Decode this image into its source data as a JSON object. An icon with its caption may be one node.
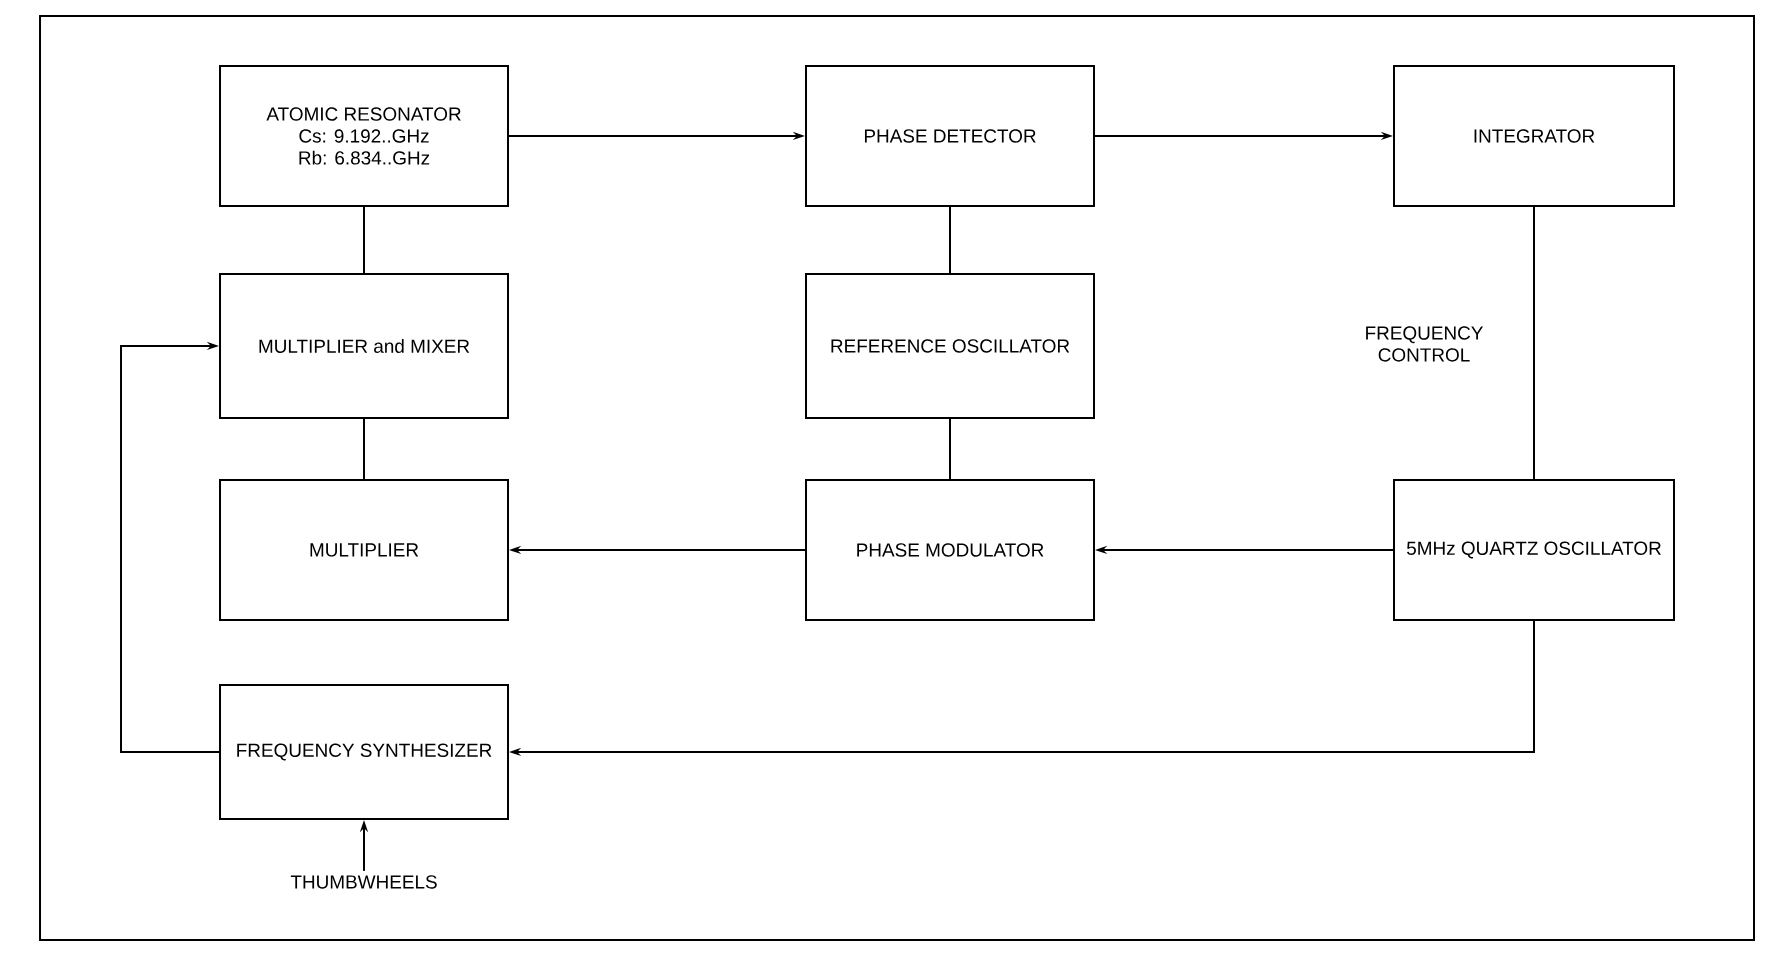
{
  "diagram": {
    "nodes": [
      {
        "text": [
          "ATOMIC RESONATOR",
          "Cs: 9.192..GHz",
          "Rb: 6.834..GHz"
        ]
      },
      {
        "text": [
          "PHASE DETECTOR"
        ]
      },
      {
        "text": [
          "INTEGRATOR"
        ]
      },
      {
        "text": [
          "MULTIPLIER and MIXER"
        ]
      },
      {
        "text": [
          "REFERENCE OSCILLATOR"
        ]
      },
      {
        "text": [
          "MULTIPLIER"
        ]
      },
      {
        "text": [
          "PHASE MODULATOR"
        ]
      },
      {
        "text": [
          "5MHz QUARTZ OSCILLATOR"
        ]
      },
      {
        "text": [
          "FREQUENCY SYNTHESIZER"
        ]
      },
      {
        "text": [
          "THUMBWHEELS"
        ]
      }
    ],
    "edges": [
      {
        "from": 0,
        "to": 1,
        "arrow": "to"
      },
      {
        "from": 1,
        "to": 2,
        "arrow": "to"
      },
      {
        "from": 2,
        "to": 7,
        "arrow": "none",
        "label": "FREQUENCY CONTROL"
      },
      {
        "from": 0,
        "to": 3,
        "arrow": "none"
      },
      {
        "from": 4,
        "to": 1,
        "arrow": "none"
      },
      {
        "from": 3,
        "to": 5,
        "arrow": "none"
      },
      {
        "from": 4,
        "to": 6,
        "arrow": "none"
      },
      {
        "from": 7,
        "to": 6,
        "arrow": "to"
      },
      {
        "from": 6,
        "to": 5,
        "arrow": "to"
      },
      {
        "from": 7,
        "to": 8,
        "arrow": "to"
      },
      {
        "from": 8,
        "to": 3,
        "arrow": "to"
      },
      {
        "from": 9,
        "to": 8,
        "arrow": "to"
      }
    ]
  }
}
